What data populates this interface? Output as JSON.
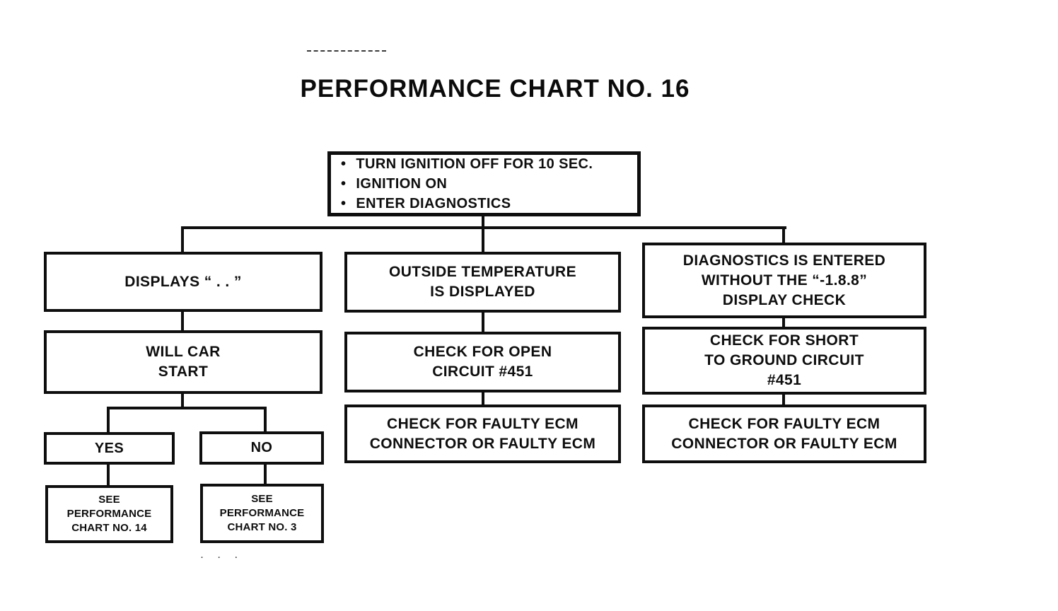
{
  "title": "PERFORMANCE CHART NO. 16",
  "colors": {
    "ink": "#0e0e0e",
    "paper": "#ffffff"
  },
  "artifacts": {
    "top_dashes": "",
    "bottom_dots": ". . ."
  },
  "start": {
    "bullet": "•",
    "lines": [
      "TURN IGNITION OFF FOR 10 SEC.",
      "IGNITION ON",
      "ENTER DIAGNOSTICS"
    ]
  },
  "left_branch": {
    "displays": {
      "line1": "DISPLAYS “ . . ”"
    },
    "will_car_start": {
      "line1": "WILL CAR",
      "line2": "START"
    },
    "yes_label": "YES",
    "no_label": "NO",
    "see_chart_14": {
      "line1": "SEE",
      "line2": "PERFORMANCE",
      "line3": "CHART NO. 14"
    },
    "see_chart_3": {
      "line1": "SEE",
      "line2": "PERFORMANCE",
      "line3": "CHART NO. 3"
    }
  },
  "middle_branch": {
    "outside_temperature": {
      "line1": "OUTSIDE TEMPERATURE",
      "line2": "IS DISPLAYED"
    },
    "check_open_circuit": {
      "line1": "CHECK FOR OPEN",
      "line2": "CIRCUIT #451"
    },
    "faulty_ecm": {
      "line1": "CHECK FOR FAULTY ECM",
      "line2": "CONNECTOR OR FAULTY ECM"
    }
  },
  "right_branch": {
    "diagnostics_entered": {
      "line1": "DIAGNOSTICS IS ENTERED",
      "line2": "WITHOUT THE “-1.8.8”",
      "line3": "DISPLAY CHECK"
    },
    "check_short_ground": {
      "line1": "CHECK FOR SHORT",
      "line2": "TO GROUND CIRCUIT",
      "line3": "#451"
    },
    "faulty_ecm": {
      "line1": "CHECK FOR FAULTY ECM",
      "line2": "CONNECTOR OR FAULTY ECM"
    }
  }
}
